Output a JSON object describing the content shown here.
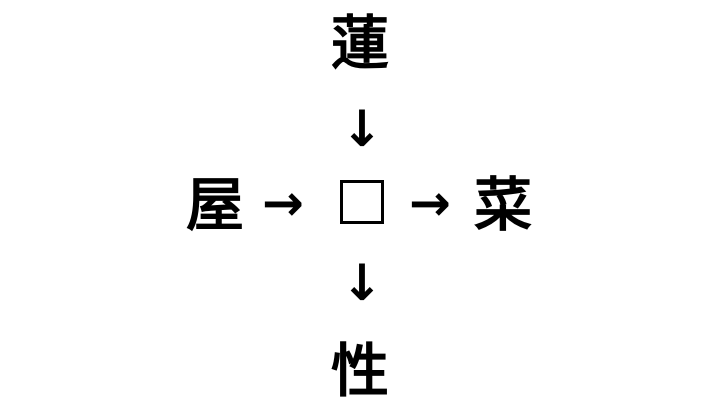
{
  "puzzle": {
    "top": "蓮",
    "left": "屋",
    "right": "菜",
    "bottom": "性",
    "arrow_down": "↓",
    "arrow_right": "→"
  }
}
